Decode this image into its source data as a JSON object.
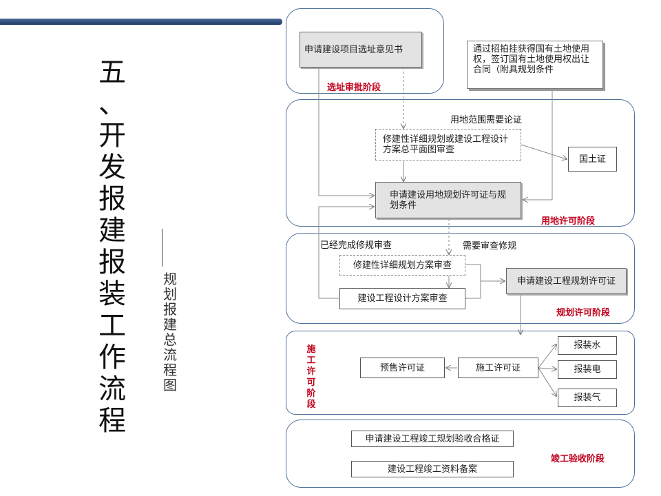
{
  "title": {
    "main": [
      "五",
      "、",
      "开",
      "发",
      "报",
      "建",
      "报",
      "装",
      "工",
      "作",
      "流",
      "程"
    ],
    "sub": [
      "规",
      "划",
      "报",
      "建",
      "总",
      "流",
      "程",
      "图"
    ]
  },
  "stages": {
    "site": "选址审批阶段",
    "land": "用地许可阶段",
    "plan": "规划许可阶段",
    "construct": [
      "施",
      "工",
      "许",
      "可",
      "阶",
      "段"
    ],
    "complete": "竣工验收阶段"
  },
  "nodes": {
    "site_opinion": "申请建设项目选址意见书",
    "land_transfer": "通过招拍挂获得国有土地使用权，签订国有土地使用权出让合同（附具规划条件",
    "detail_plan_review": "修建性详细规划或建设工程设计方案总平面图审查",
    "land_cert": "国土证",
    "land_permit": "申请建设用地规划许可证与规划条件",
    "detail_plan_scheme": "修建性详细规划方案审查",
    "design_review": "建设工程设计方案审查",
    "eng_permit": "申请建设工程规划许可证",
    "presale": "预售许可证",
    "construction_permit": "施工许可证",
    "water": "报装水",
    "power": "报装电",
    "gas": "报装气",
    "completion_cert": "申请建设工程竣工规划验收合格证",
    "archive": "建设工程竣工资料备案"
  },
  "notes": {
    "land_scope": "用地范围需要论证",
    "plan_done": "已经完成修规审查",
    "plan_needed": "需要审查修规"
  },
  "colors": {
    "stage_border": "#4d6f9a",
    "stage_label": "#c0001c",
    "topbar": "#1f3c68"
  }
}
